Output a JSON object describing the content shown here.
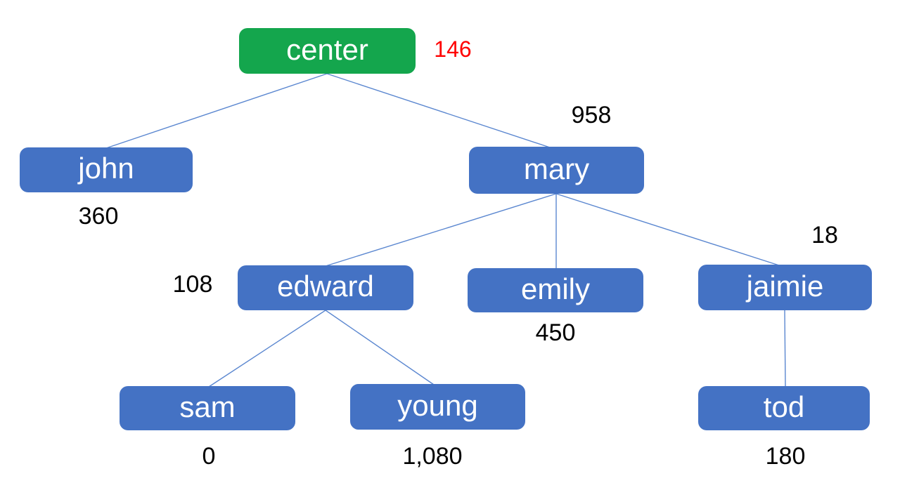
{
  "diagram": {
    "type": "tree",
    "colors": {
      "root_fill": "#14a64d",
      "node_fill": "#4472c4",
      "node_text": "#ffffff",
      "value_text": "#000000",
      "root_value_text": "#ff0000",
      "edge": "#5b87d0"
    },
    "nodes": {
      "center": {
        "label": "center",
        "value": "146"
      },
      "john": {
        "label": "john",
        "value": "360"
      },
      "mary": {
        "label": "mary",
        "value": "958"
      },
      "edward": {
        "label": "edward",
        "value": "108"
      },
      "emily": {
        "label": "emily",
        "value": "450"
      },
      "jaimie": {
        "label": "jaimie",
        "value": "18"
      },
      "sam": {
        "label": "sam",
        "value": "0"
      },
      "young": {
        "label": "young",
        "value": "1,080"
      },
      "tod": {
        "label": "tod",
        "value": "180"
      }
    },
    "edges": [
      {
        "from": "center",
        "to": "john"
      },
      {
        "from": "center",
        "to": "mary"
      },
      {
        "from": "mary",
        "to": "edward"
      },
      {
        "from": "mary",
        "to": "emily"
      },
      {
        "from": "mary",
        "to": "jaimie"
      },
      {
        "from": "edward",
        "to": "sam"
      },
      {
        "from": "edward",
        "to": "young"
      },
      {
        "from": "jaimie",
        "to": "tod"
      }
    ]
  }
}
